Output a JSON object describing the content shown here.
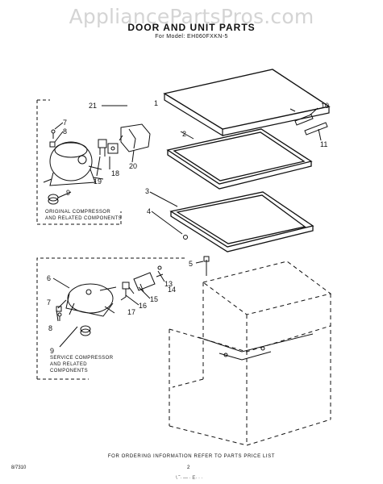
{
  "header": {
    "watermark": "AppliancePartsPros.com",
    "title": "DOOR AND UNIT PARTS",
    "model": "For Model: EH060FXKN-5"
  },
  "captions": {
    "original": [
      "ORIGINAL COMPRESSOR",
      "AND RELATED COMPONENTS"
    ],
    "service": [
      "SERVICE COMPRESSOR",
      "AND RELATED",
      "COMPONENTS"
    ]
  },
  "callouts": {
    "c1": "1",
    "c2": "2",
    "c3": "3",
    "c4": "4",
    "c5": "5",
    "c6": "6",
    "c7": "7",
    "c7b": "7",
    "c8": "8",
    "c8b": "8",
    "c9": "9",
    "c9b": "9",
    "c10": "10",
    "c11": "11",
    "c13": "13",
    "c14": "14",
    "c15": "15",
    "c16": "16",
    "c17": "17",
    "c18": "18",
    "c19": "19",
    "c20": "20",
    "c21": "21"
  },
  "footer": {
    "note": "FOR ORDERING INFORMATION REFER TO PARTS PRICE LIST",
    "code": "8/7310",
    "page": "2",
    "scribble": "\\ ˜· — · E· · ·"
  }
}
